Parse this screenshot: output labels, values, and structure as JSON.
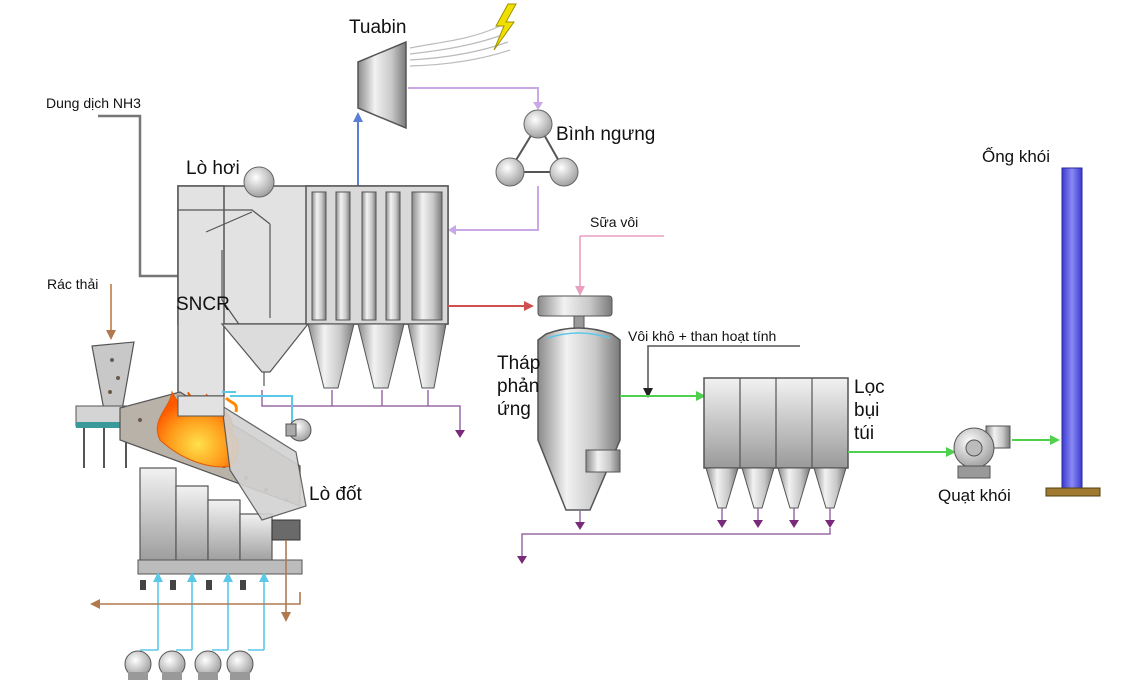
{
  "labels": {
    "turbine": "Tuabin",
    "condenser": "Bình ngưng",
    "nh3": "Dung dịch NH3",
    "boiler": "Lò hơi",
    "waste": "Rác thải",
    "sncr": "SNCR",
    "furnace": "Lò đốt",
    "lime_milk": "Sữa vôi",
    "dry_lime": "Vôi khô + than hoạt tính",
    "reactor_tower": "Tháp phản ứng",
    "bag_filter": "Lọc bụi túi",
    "fan": "Quạt khói",
    "chimney": "Ống khói"
  },
  "colors": {
    "steam": "#5b7fd6",
    "condensate": "#c9a8e8",
    "flue_gas": "#d05050",
    "clean_gas": "#4fd04f",
    "air": "#5cc8e8",
    "ash": "#7a2a7a",
    "slag": "#b07a50",
    "lime": "#e8a0c0",
    "chimney": "#4a4ae0"
  },
  "icons": [
    "lightning-icon",
    "fan-icon",
    "flame-icon"
  ]
}
